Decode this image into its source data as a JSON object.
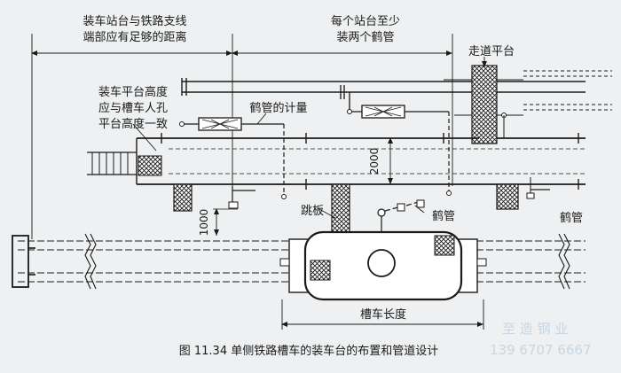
{
  "labels": {
    "siding_distance_line1": "装车站台与铁路支线",
    "siding_distance_line2": "端部应有足够的距离",
    "two_arms_line1": "每个站台至少",
    "two_arms_line2": "装两个鹤管",
    "walkway_platform": "走道平台",
    "platform_height_line1": "装车平台高度",
    "platform_height_line2": "应与槽车人孔",
    "platform_height_line3": "平台高度一致",
    "arm_metering": "鹤管的计量",
    "dim_2000": "2000",
    "dim_1000": "1000",
    "gangway": "跳板",
    "loading_arm_1": "鹤管",
    "loading_arm_2": "鹤管",
    "tanker_length": "槽车长度",
    "caption": "图 11.34   单侧铁路槽车的装车台的布置和管道设计"
  },
  "watermark": {
    "company": "至 造 钢 业",
    "phone": "139 6707 6667"
  },
  "colors": {
    "line": "#1a1a1a",
    "background": "#eef0f1",
    "watermark": "#c9d6e2"
  }
}
